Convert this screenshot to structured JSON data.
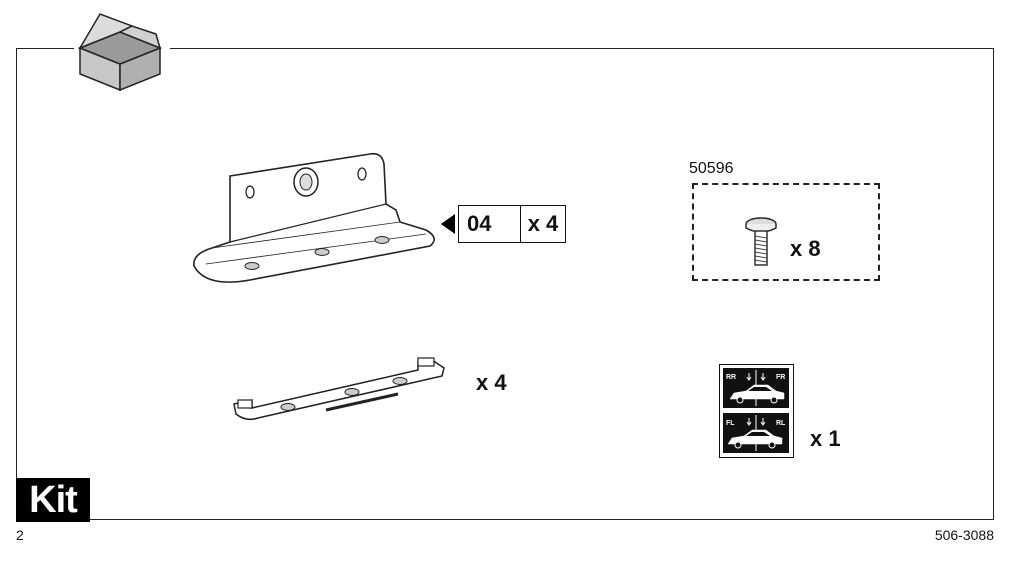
{
  "page": {
    "section_label": "Kit",
    "page_number": "2",
    "doc_code": "506-3088"
  },
  "parts": {
    "bracket": {
      "ref_code": "04",
      "ref_qty": "x 4"
    },
    "plate": {
      "qty": "x 4"
    },
    "screw_kit": {
      "kit_number": "50596",
      "qty": "x 8"
    },
    "sticker": {
      "qty": "x 1",
      "labels": {
        "rr": "RR",
        "fr": "FR",
        "fl": "FL",
        "rl": "RL"
      }
    }
  }
}
